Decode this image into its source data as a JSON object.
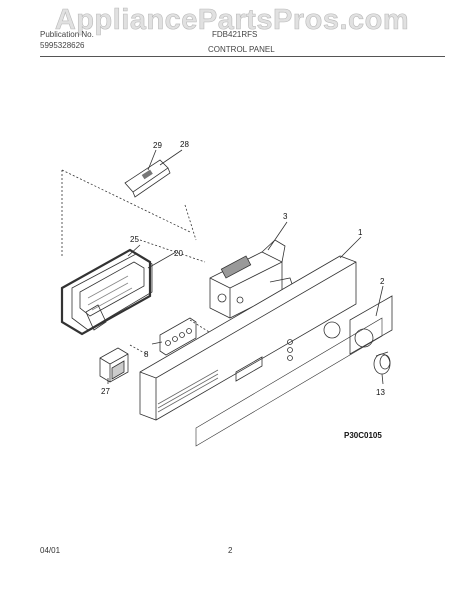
{
  "watermark": "AppliancePartsPros.com",
  "header": {
    "publication_label": "Publication No.",
    "publication_no": "5995328626",
    "model": "FDB421RFS",
    "section_title": "CONTROL PANEL"
  },
  "callouts": {
    "c1": "1",
    "c2": "2",
    "c3": "3",
    "c8": "8",
    "c13": "13",
    "c20": "20",
    "c25": "25",
    "c27": "27",
    "c28": "28",
    "c29": "29"
  },
  "diagram_code": "P30C0105",
  "footer": {
    "date": "04/01",
    "page": "2"
  }
}
